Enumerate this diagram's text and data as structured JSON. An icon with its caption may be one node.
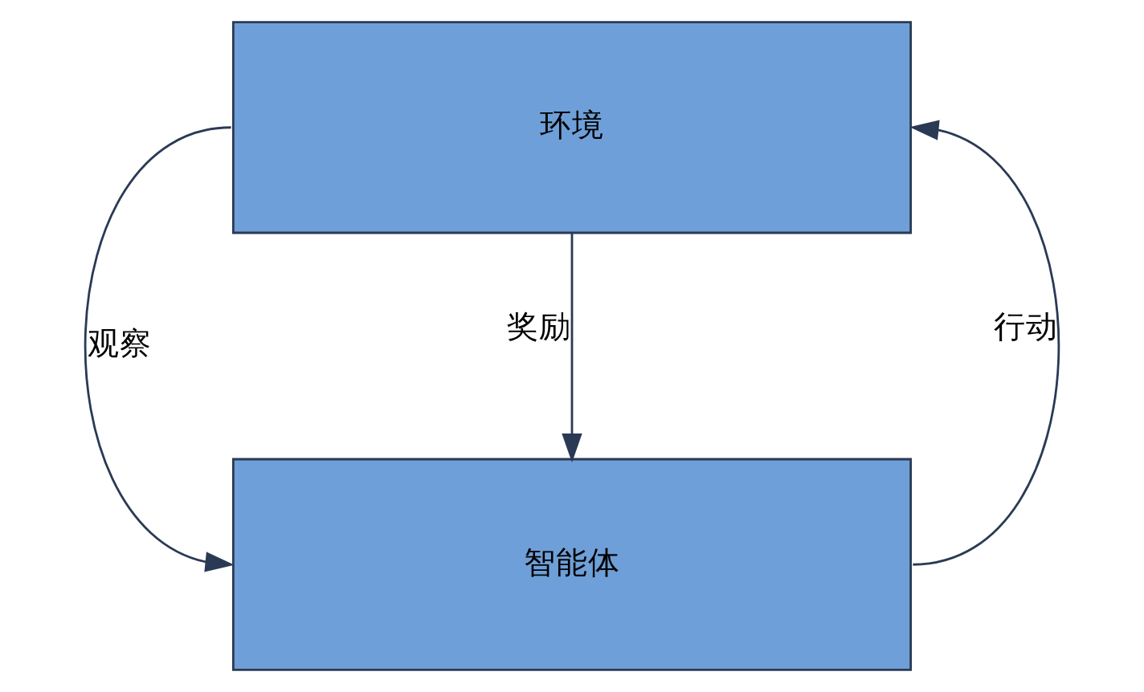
{
  "diagram": {
    "nodes": [
      {
        "text": [
          "环境"
        ]
      },
      {
        "text": [
          "智能体"
        ]
      }
    ],
    "edges": [
      {
        "from": 0,
        "to": 1,
        "arrow": "to",
        "label": "观察"
      },
      {
        "from": 0,
        "to": 1,
        "arrow": "to",
        "label": "奖励"
      },
      {
        "from": 1,
        "to": 0,
        "arrow": "to",
        "label": "行动"
      }
    ]
  }
}
